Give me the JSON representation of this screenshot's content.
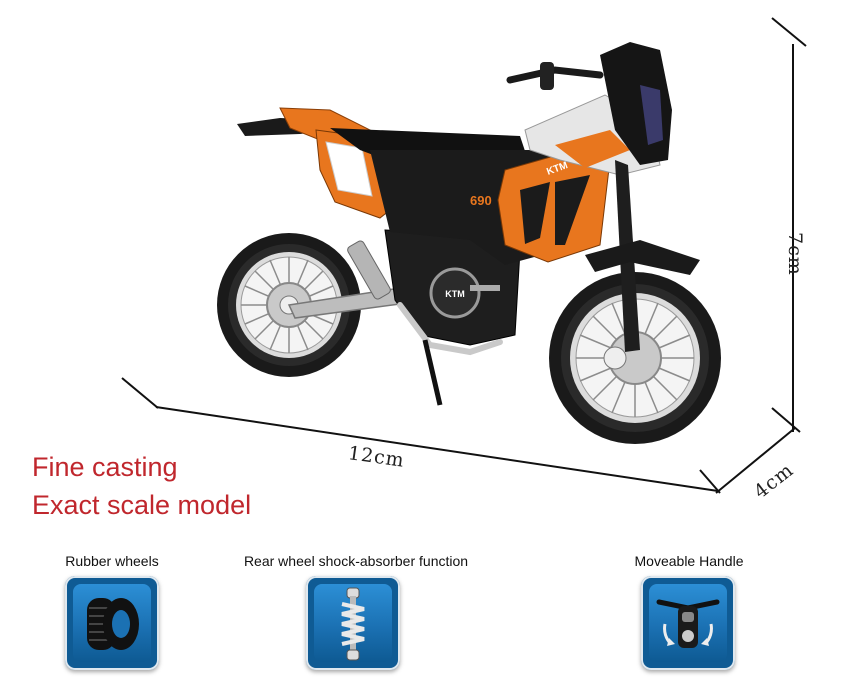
{
  "dimensions": {
    "length": "12cm",
    "height": "7cm",
    "depth": "4cm"
  },
  "taglines": {
    "line1": "Fine casting",
    "line2": "Exact scale model"
  },
  "features": [
    {
      "label": "Rubber wheels",
      "icon": "tire-icon"
    },
    {
      "label": "Rear wheel shock-absorber function",
      "icon": "shock-absorber-icon"
    },
    {
      "label": "Moveable Handle",
      "icon": "handlebar-rotate-icon"
    }
  ],
  "colors": {
    "accent_orange": "#e8761e",
    "tagline_red": "#c0272d",
    "icon_blue": "#1b71b3"
  }
}
